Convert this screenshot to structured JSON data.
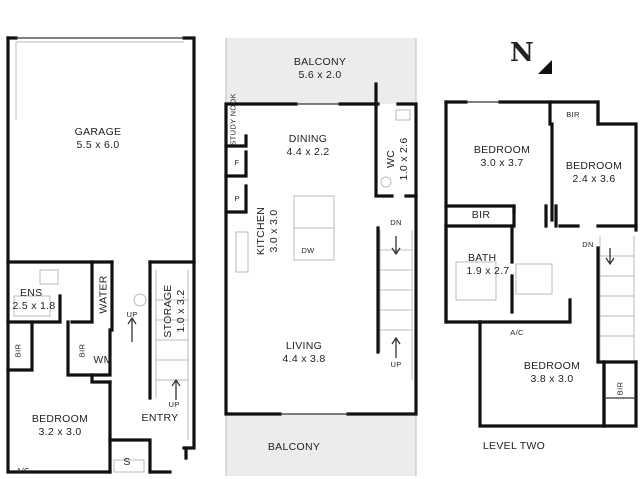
{
  "compass": {
    "letter": "N"
  },
  "level_one": {
    "garage": {
      "name": "GARAGE",
      "dims": "5.5 x 6.0"
    },
    "ens": {
      "name": "ENS",
      "dims": "2.5 x 1.8"
    },
    "water": {
      "name": "WATER"
    },
    "storage": {
      "name": "STORAGE",
      "dims": "1.0 x 3.2"
    },
    "bir_left": {
      "name": "BIR"
    },
    "bir_mid": {
      "name": "BIR"
    },
    "wm": {
      "name": "WM"
    },
    "up": {
      "name": "UP"
    },
    "up2": {
      "name": "UP"
    },
    "bedroom": {
      "name": "BEDROOM",
      "dims": "3.2 x 3.0"
    },
    "entry": {
      "name": "ENTRY"
    },
    "s": {
      "name": "S"
    },
    "ac": {
      "name": "A/C"
    }
  },
  "level_main": {
    "balcony_top": {
      "name": "BALCONY",
      "dims": "5.6 x 2.0"
    },
    "study_nook": {
      "name": "STUDY NOOK"
    },
    "dining": {
      "name": "DINING",
      "dims": "4.4 x 2.2"
    },
    "wc": {
      "name": "WC",
      "dims": "1.0 x 2.6"
    },
    "f": {
      "name": "F"
    },
    "p": {
      "name": "P"
    },
    "kitchen": {
      "name": "KITCHEN",
      "dims": "3.0 x 3.0"
    },
    "dw": {
      "name": "DW"
    },
    "dn": {
      "name": "DN"
    },
    "living": {
      "name": "LIVING",
      "dims": "4.4 x 3.8"
    },
    "up": {
      "name": "UP"
    },
    "balcony_bottom": {
      "name": "BALCONY"
    }
  },
  "level_two": {
    "bir_top": {
      "name": "BIR"
    },
    "bedroom1": {
      "name": "BEDROOM",
      "dims": "3.0 x 3.7"
    },
    "bedroom2": {
      "name": "BEDROOM",
      "dims": "2.4 x 3.6"
    },
    "bir_mid": {
      "name": "BIR"
    },
    "bath": {
      "name": "BATH",
      "dims": "1.9 x 2.7"
    },
    "dn": {
      "name": "DN"
    },
    "ac": {
      "name": "A/C"
    },
    "bedroom3": {
      "name": "BEDROOM",
      "dims": "3.8 x 3.0"
    },
    "bir_right": {
      "name": "BIR"
    },
    "caption": "LEVEL TWO"
  }
}
